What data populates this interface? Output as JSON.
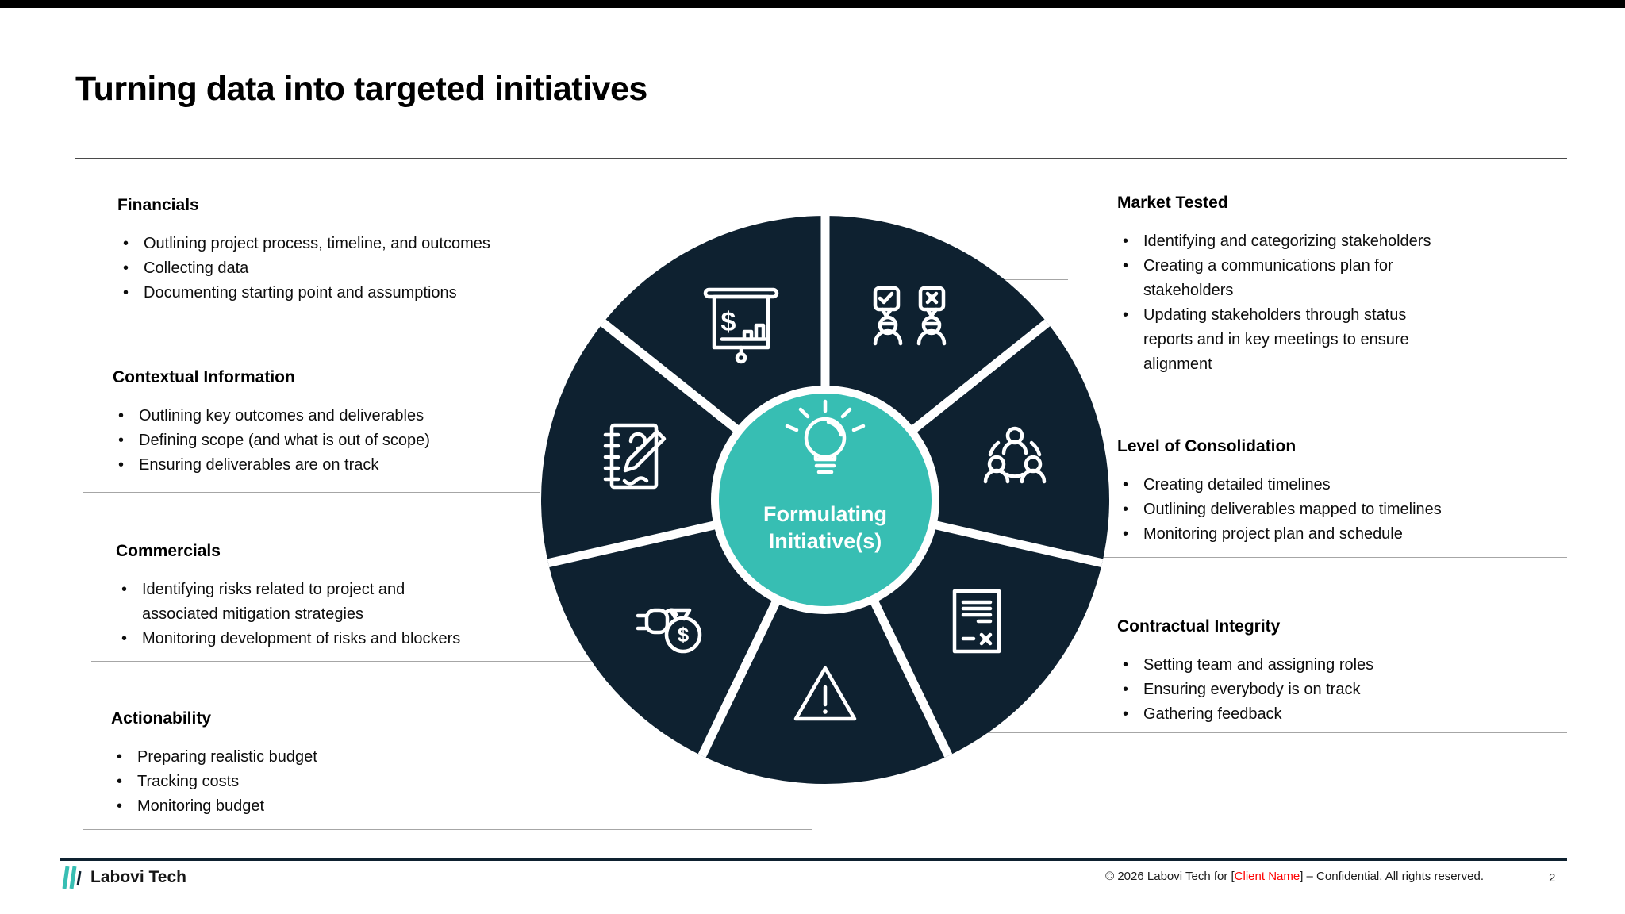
{
  "slide": {
    "title": "Turning data into targeted initiatives",
    "page_number": "2"
  },
  "center": {
    "line1": "Formulating",
    "line2": "Initiative(s)",
    "icon": "lightbulb-icon"
  },
  "glyphs": {
    "dollar": "$"
  },
  "colors": {
    "navy": "#0E2130",
    "teal": "#37BEB3",
    "connector_gray": "#A6A6A6",
    "client_red": "#FF0000"
  },
  "sections": {
    "financials": {
      "heading": "Financials",
      "bullets": [
        "Outlining project process, timeline, and outcomes",
        "Collecting data",
        "Documenting starting point and assumptions"
      ]
    },
    "contextual": {
      "heading": "Contextual Information",
      "bullets": [
        "Outlining key outcomes and deliverables",
        "Defining scope (and what is out of scope)",
        "Ensuring deliverables are on track"
      ]
    },
    "commercials": {
      "heading": "Commercials",
      "bullets": [
        "Identifying risks related to project and associated mitigation strategies",
        "Monitoring development of risks and blockers"
      ]
    },
    "actionability": {
      "heading": "Actionability",
      "bullets": [
        "Preparing realistic budget",
        "Tracking costs",
        "Monitoring budget"
      ]
    },
    "market_tested": {
      "heading": "Market Tested",
      "bullets": [
        "Identifying and categorizing stakeholders",
        "Creating a communications plan for stakeholders",
        "Updating stakeholders through status reports and in key meetings to ensure alignment"
      ]
    },
    "level_of_consolidation": {
      "heading": "Level of Consolidation",
      "bullets": [
        "Creating detailed timelines",
        "Outlining deliverables mapped to timelines",
        "Monitoring project plan and schedule"
      ]
    },
    "contractual_integrity": {
      "heading": "Contractual Integrity",
      "bullets": [
        "Setting team and assigning roles",
        "Ensuring everybody is on track",
        "Gathering feedback"
      ]
    }
  },
  "wheel": {
    "segment_icons": [
      "presentation-chart-icon",
      "people-vote-icon",
      "team-network-icon",
      "notebook-pen-icon",
      "money-bag-icon",
      "warning-triangle-icon",
      "contract-document-icon"
    ],
    "center_icon": "lightbulb-icon"
  },
  "footer": {
    "logo_text": "Labovi Tech",
    "copyright_prefix": "© 2026 Labovi Tech for [",
    "client_name": "Client Name",
    "copyright_suffix": "] – Confidential. All rights reserved."
  }
}
